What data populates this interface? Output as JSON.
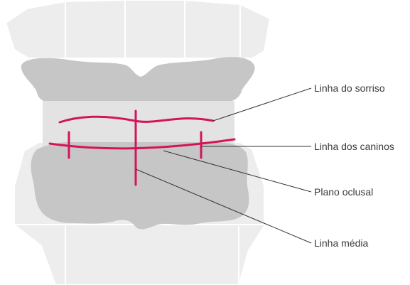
{
  "labels": {
    "smile_line": "Linha do sorriso",
    "canine_line": "Linha dos caninos",
    "occlusal_plane": "Plano oclusal",
    "midline": "Linha média"
  },
  "colors": {
    "accent_magenta": "#d4145a",
    "plaster_light": "#ececec",
    "plaster_mid": "#dedede",
    "rim_wax": "#c6c6c6",
    "leader_line": "#333333"
  }
}
